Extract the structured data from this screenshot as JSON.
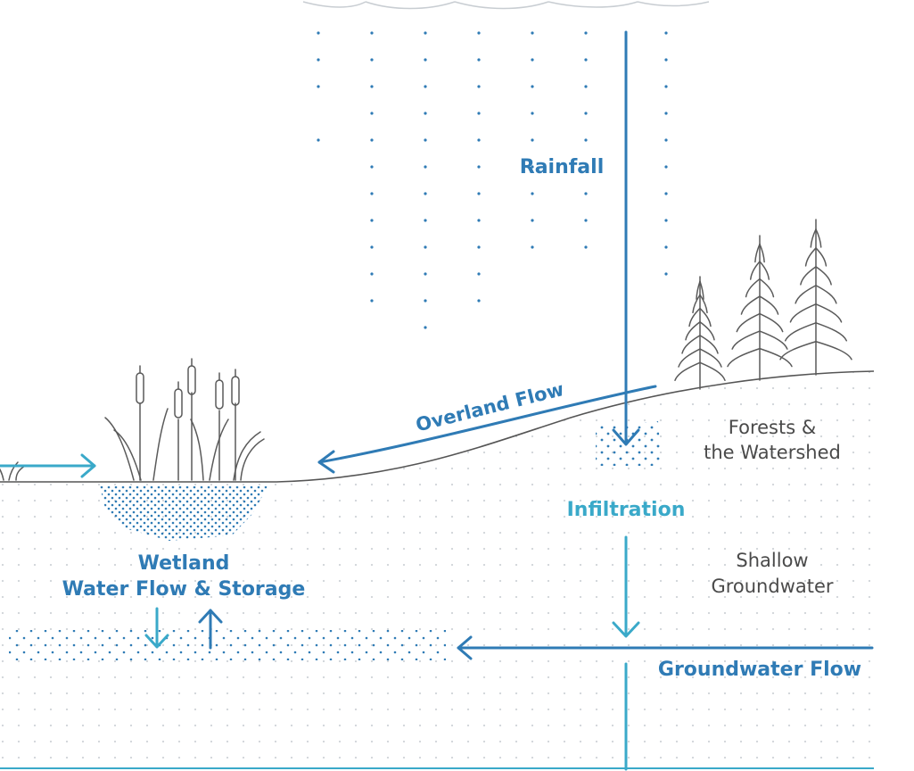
{
  "labels": {
    "rainfall": "Rainfall",
    "overland_flow": "Overland Flow",
    "forests_line1": "Forests &",
    "forests_line2": "the Watershed",
    "infiltration": "Infiltration",
    "shallow_line1": "Shallow",
    "shallow_line2": "Groundwater",
    "wetland_line1": "Wetland",
    "wetland_line2": "Water Flow & Storage",
    "groundwater_flow": "Groundwater Flow"
  },
  "colors": {
    "flow_blue": "#2f7bb5",
    "flow_teal": "#3aa9c9",
    "line_gray": "#555555",
    "soil_dot": "#cfd4d8"
  }
}
